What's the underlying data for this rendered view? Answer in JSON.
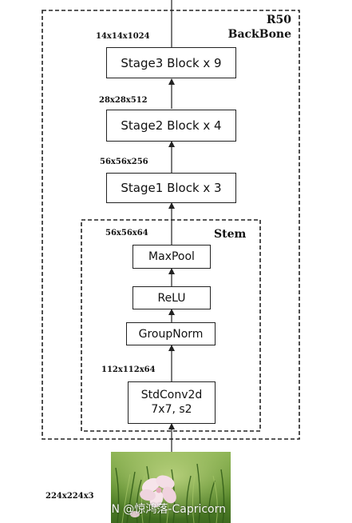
{
  "backbone": {
    "title_line1": "R50",
    "title_line2": "BackBone"
  },
  "stem": {
    "title": "Stem"
  },
  "blocks": {
    "stage3": "Stage3 Block x 9",
    "stage2": "Stage2 Block x 4",
    "stage1": "Stage1 Block x 3",
    "maxpool": "MaxPool",
    "relu": "ReLU",
    "groupnorm": "GroupNorm",
    "stdconv_line1": "StdConv2d",
    "stdconv_line2": "7x7, s2"
  },
  "dims": {
    "after_stage3": "14x14x1024",
    "after_stage2": "28x28x512",
    "after_stage1": "56x56x256",
    "after_maxpool": "56x56x64",
    "after_conv": "112x112x64",
    "input": "224x224x3"
  },
  "watermark": "CSDN @惊鸿落-Capricorn",
  "colors": {
    "line": "#222222",
    "box_border": "#222222",
    "photo_grass": "#5f8f2f",
    "flower": "#f4dde6"
  }
}
